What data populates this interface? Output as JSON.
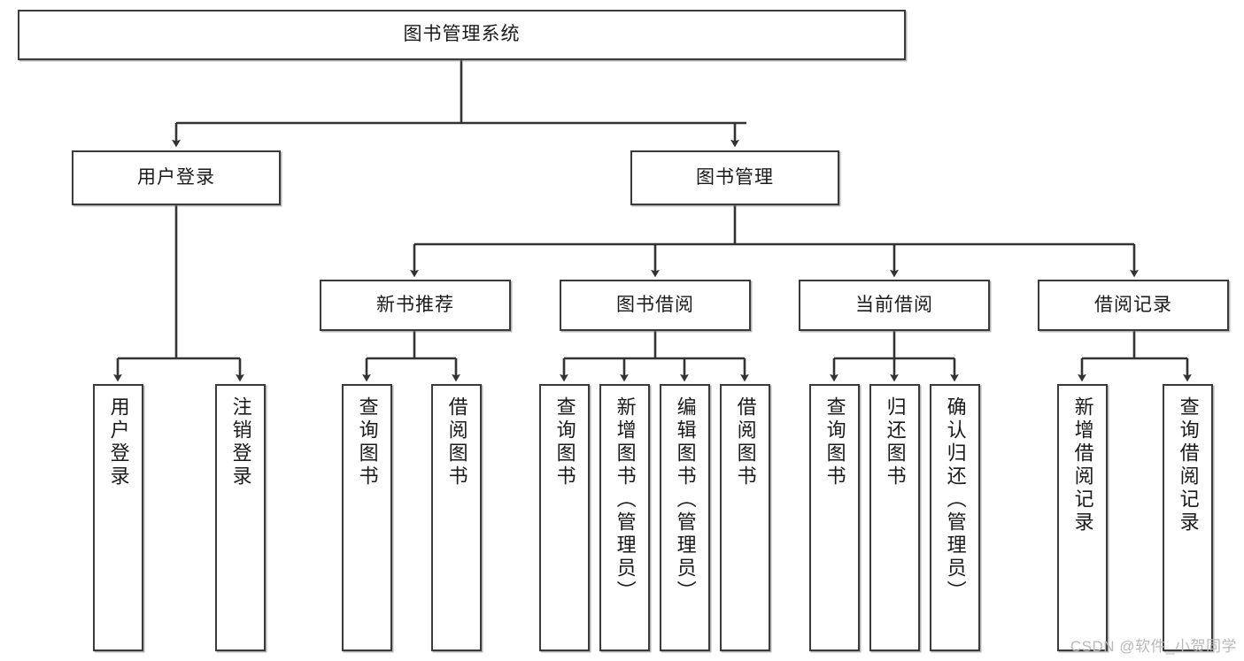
{
  "diagram": {
    "title": "图书管理系统",
    "watermark": "CSDN @软件_小贺同学",
    "colors": {
      "box_border": "#3a3a3a",
      "box_fill": "#ffffff",
      "line": "#333333",
      "text": "#1a1a1a",
      "watermark": "#b9b9b9"
    },
    "levels": {
      "root": {
        "label": "图书管理系统"
      },
      "level2": [
        {
          "label": "用户登录"
        },
        {
          "label": "图书管理"
        }
      ],
      "level3": [
        {
          "label": "新书推荐"
        },
        {
          "label": "图书借阅"
        },
        {
          "label": "当前借阅"
        },
        {
          "label": "借阅记录"
        }
      ],
      "leaves": [
        {
          "label": "用户登录",
          "parent": "用户登录"
        },
        {
          "label": "注销登录",
          "parent": "用户登录"
        },
        {
          "label": "查询图书",
          "parent": "新书推荐"
        },
        {
          "label": "借阅图书",
          "parent": "新书推荐"
        },
        {
          "label": "查询图书",
          "parent": "图书借阅"
        },
        {
          "label": "新增图书（管理员）",
          "parent": "图书借阅"
        },
        {
          "label": "编辑图书（管理员）",
          "parent": "图书借阅"
        },
        {
          "label": "借阅图书",
          "parent": "图书借阅"
        },
        {
          "label": "查询图书",
          "parent": "当前借阅"
        },
        {
          "label": "归还图书",
          "parent": "当前借阅"
        },
        {
          "label": "确认归还（管理员）",
          "parent": "当前借阅"
        },
        {
          "label": "新增借阅记录",
          "parent": "借阅记录"
        },
        {
          "label": "查询借阅记录",
          "parent": "借阅记录"
        }
      ]
    }
  }
}
